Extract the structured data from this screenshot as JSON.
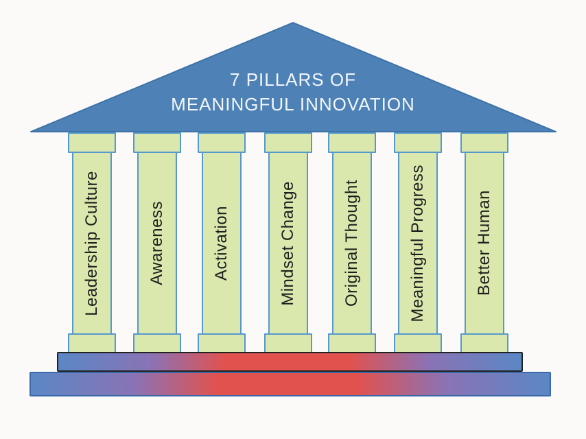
{
  "title": {
    "line1": "7 PILLARS OF",
    "line2": "MEANINGFUL INNOVATION"
  },
  "pillars": [
    {
      "label": "Leadership Culture"
    },
    {
      "label": "Awareness"
    },
    {
      "label": "Activation"
    },
    {
      "label": "Mindset Change"
    },
    {
      "label": "Original Thought"
    },
    {
      "label": "Meaningful Progress"
    },
    {
      "label": "Better Human"
    }
  ],
  "colors": {
    "pediment": "#4e82b6",
    "pediment_edge": "#3d73a8",
    "pillar_fill": "#dae8ad",
    "pillar_border": "#5599cd",
    "grad_blue": "#5b87c5",
    "grad_purple": "#8a73b5",
    "grad_red": "#e1524e",
    "upper_border": "#222222",
    "lower_border": "#3a68a8",
    "title_text": "#f2f6f9",
    "pillar_text": "#1e1e1e",
    "bg": "#fbfaf8"
  }
}
